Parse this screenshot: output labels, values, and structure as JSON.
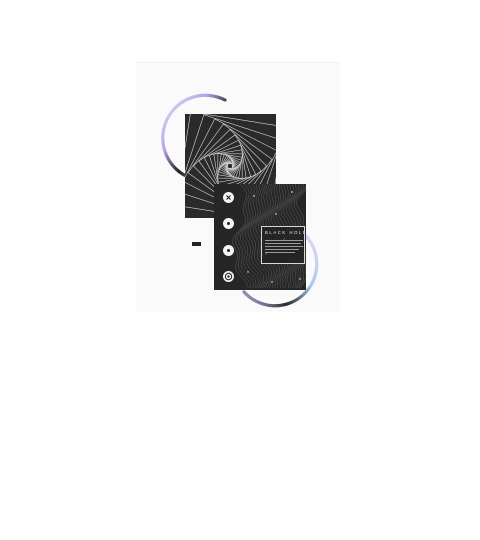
{
  "artboard": {
    "description_label": "",
    "background_color": "#ffffff",
    "panel_color": "#fafafa"
  },
  "back_card": {
    "pattern": "spiral-squares",
    "color": "#2a2a2a",
    "line_color": "#d9d9d9"
  },
  "front_card": {
    "pattern": "flowing-lines",
    "color": "#262626",
    "nav_dots": [
      {
        "icon": "close-icon",
        "active": false
      },
      {
        "icon": "dot-icon",
        "active": false
      },
      {
        "icon": "dot-icon",
        "active": false
      },
      {
        "icon": "target-icon",
        "active": true
      }
    ],
    "info": {
      "title": "BLACK  HOLE"
    }
  },
  "rings": {
    "gradient_colors": [
      "#cfe8f5",
      "#b9a2e8",
      "#2a2a2a",
      "#9ed9c2"
    ]
  }
}
